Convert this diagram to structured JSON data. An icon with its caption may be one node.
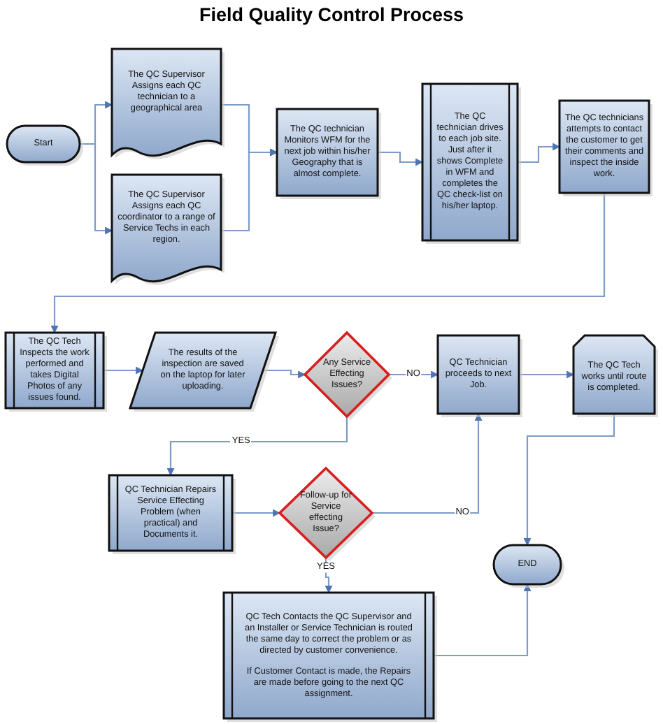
{
  "diagram": {
    "title": "Field Quality Control Process",
    "nodes": [
      {
        "text": [
          "Start"
        ]
      },
      {
        "text": [
          "The QC Supervisor Assigns each QC technician to a geographical area"
        ]
      },
      {
        "text": [
          "The QC Supervisor Assigns each QC coordinator to a range of Service Techs in each region."
        ]
      },
      {
        "text": [
          "The QC technician Monitors WFM for the next job within his/her Geography that is almost complete."
        ]
      },
      {
        "text": [
          "The QC technician drives to each job site. Just after it shows Complete in WFM and completes the QC check-list on his/her laptop."
        ]
      },
      {
        "text": [
          "The QC technicians attempts to contact the customer to get their comments and inspect the inside work."
        ]
      },
      {
        "text": [
          "The QC Tech Inspects the work performed and takes Digital Photos of any issues found."
        ]
      },
      {
        "text": [
          "The results of the inspection are saved on the laptop for later uploading."
        ]
      },
      {
        "text": [
          "Any Service Effecting Issues?"
        ]
      },
      {
        "text": [
          "QC Technician proceeds to next Job."
        ]
      },
      {
        "text": [
          "The QC Tech works until route is completed."
        ]
      },
      {
        "text": [
          "QC Technician Repairs Service Effecting Problem (when practical) and Documents it."
        ]
      },
      {
        "text": [
          "Follow-up for Service effecting Issue?"
        ]
      },
      {
        "text": [
          "QC Tech Contacts the QC Supervisor and an Installer or Service Technician is routed the same day to correct the problem or as directed by customer convenience.",
          "If Customer Contact is made, the Repairs are made before going to the next QC assignment."
        ]
      },
      {
        "text": [
          "END"
        ]
      }
    ],
    "edges": [
      {
        "from": 0,
        "to": 1,
        "arrow": "to"
      },
      {
        "from": 0,
        "to": 2,
        "arrow": "to"
      },
      {
        "from": 1,
        "to": 3,
        "arrow": "to"
      },
      {
        "from": 2,
        "to": 3,
        "arrow": "to"
      },
      {
        "from": 3,
        "to": 4,
        "arrow": "to"
      },
      {
        "from": 4,
        "to": 5,
        "arrow": "to"
      },
      {
        "from": 5,
        "to": 6,
        "arrow": "to"
      },
      {
        "from": 6,
        "to": 7,
        "arrow": "to"
      },
      {
        "from": 7,
        "to": 8,
        "arrow": "to"
      },
      {
        "from": 8,
        "to": 9,
        "arrow": "to",
        "label": "NO"
      },
      {
        "from": 8,
        "to": 11,
        "arrow": "to",
        "label": "YES"
      },
      {
        "from": 9,
        "to": 10,
        "arrow": "to"
      },
      {
        "from": 10,
        "to": 14,
        "arrow": "to"
      },
      {
        "from": 11,
        "to": 12,
        "arrow": "to"
      },
      {
        "from": 12,
        "to": 9,
        "arrow": "to",
        "label": "NO"
      },
      {
        "from": 12,
        "to": 13,
        "arrow": "to",
        "label": "YES"
      },
      {
        "from": 13,
        "to": 14,
        "arrow": "to"
      }
    ]
  }
}
